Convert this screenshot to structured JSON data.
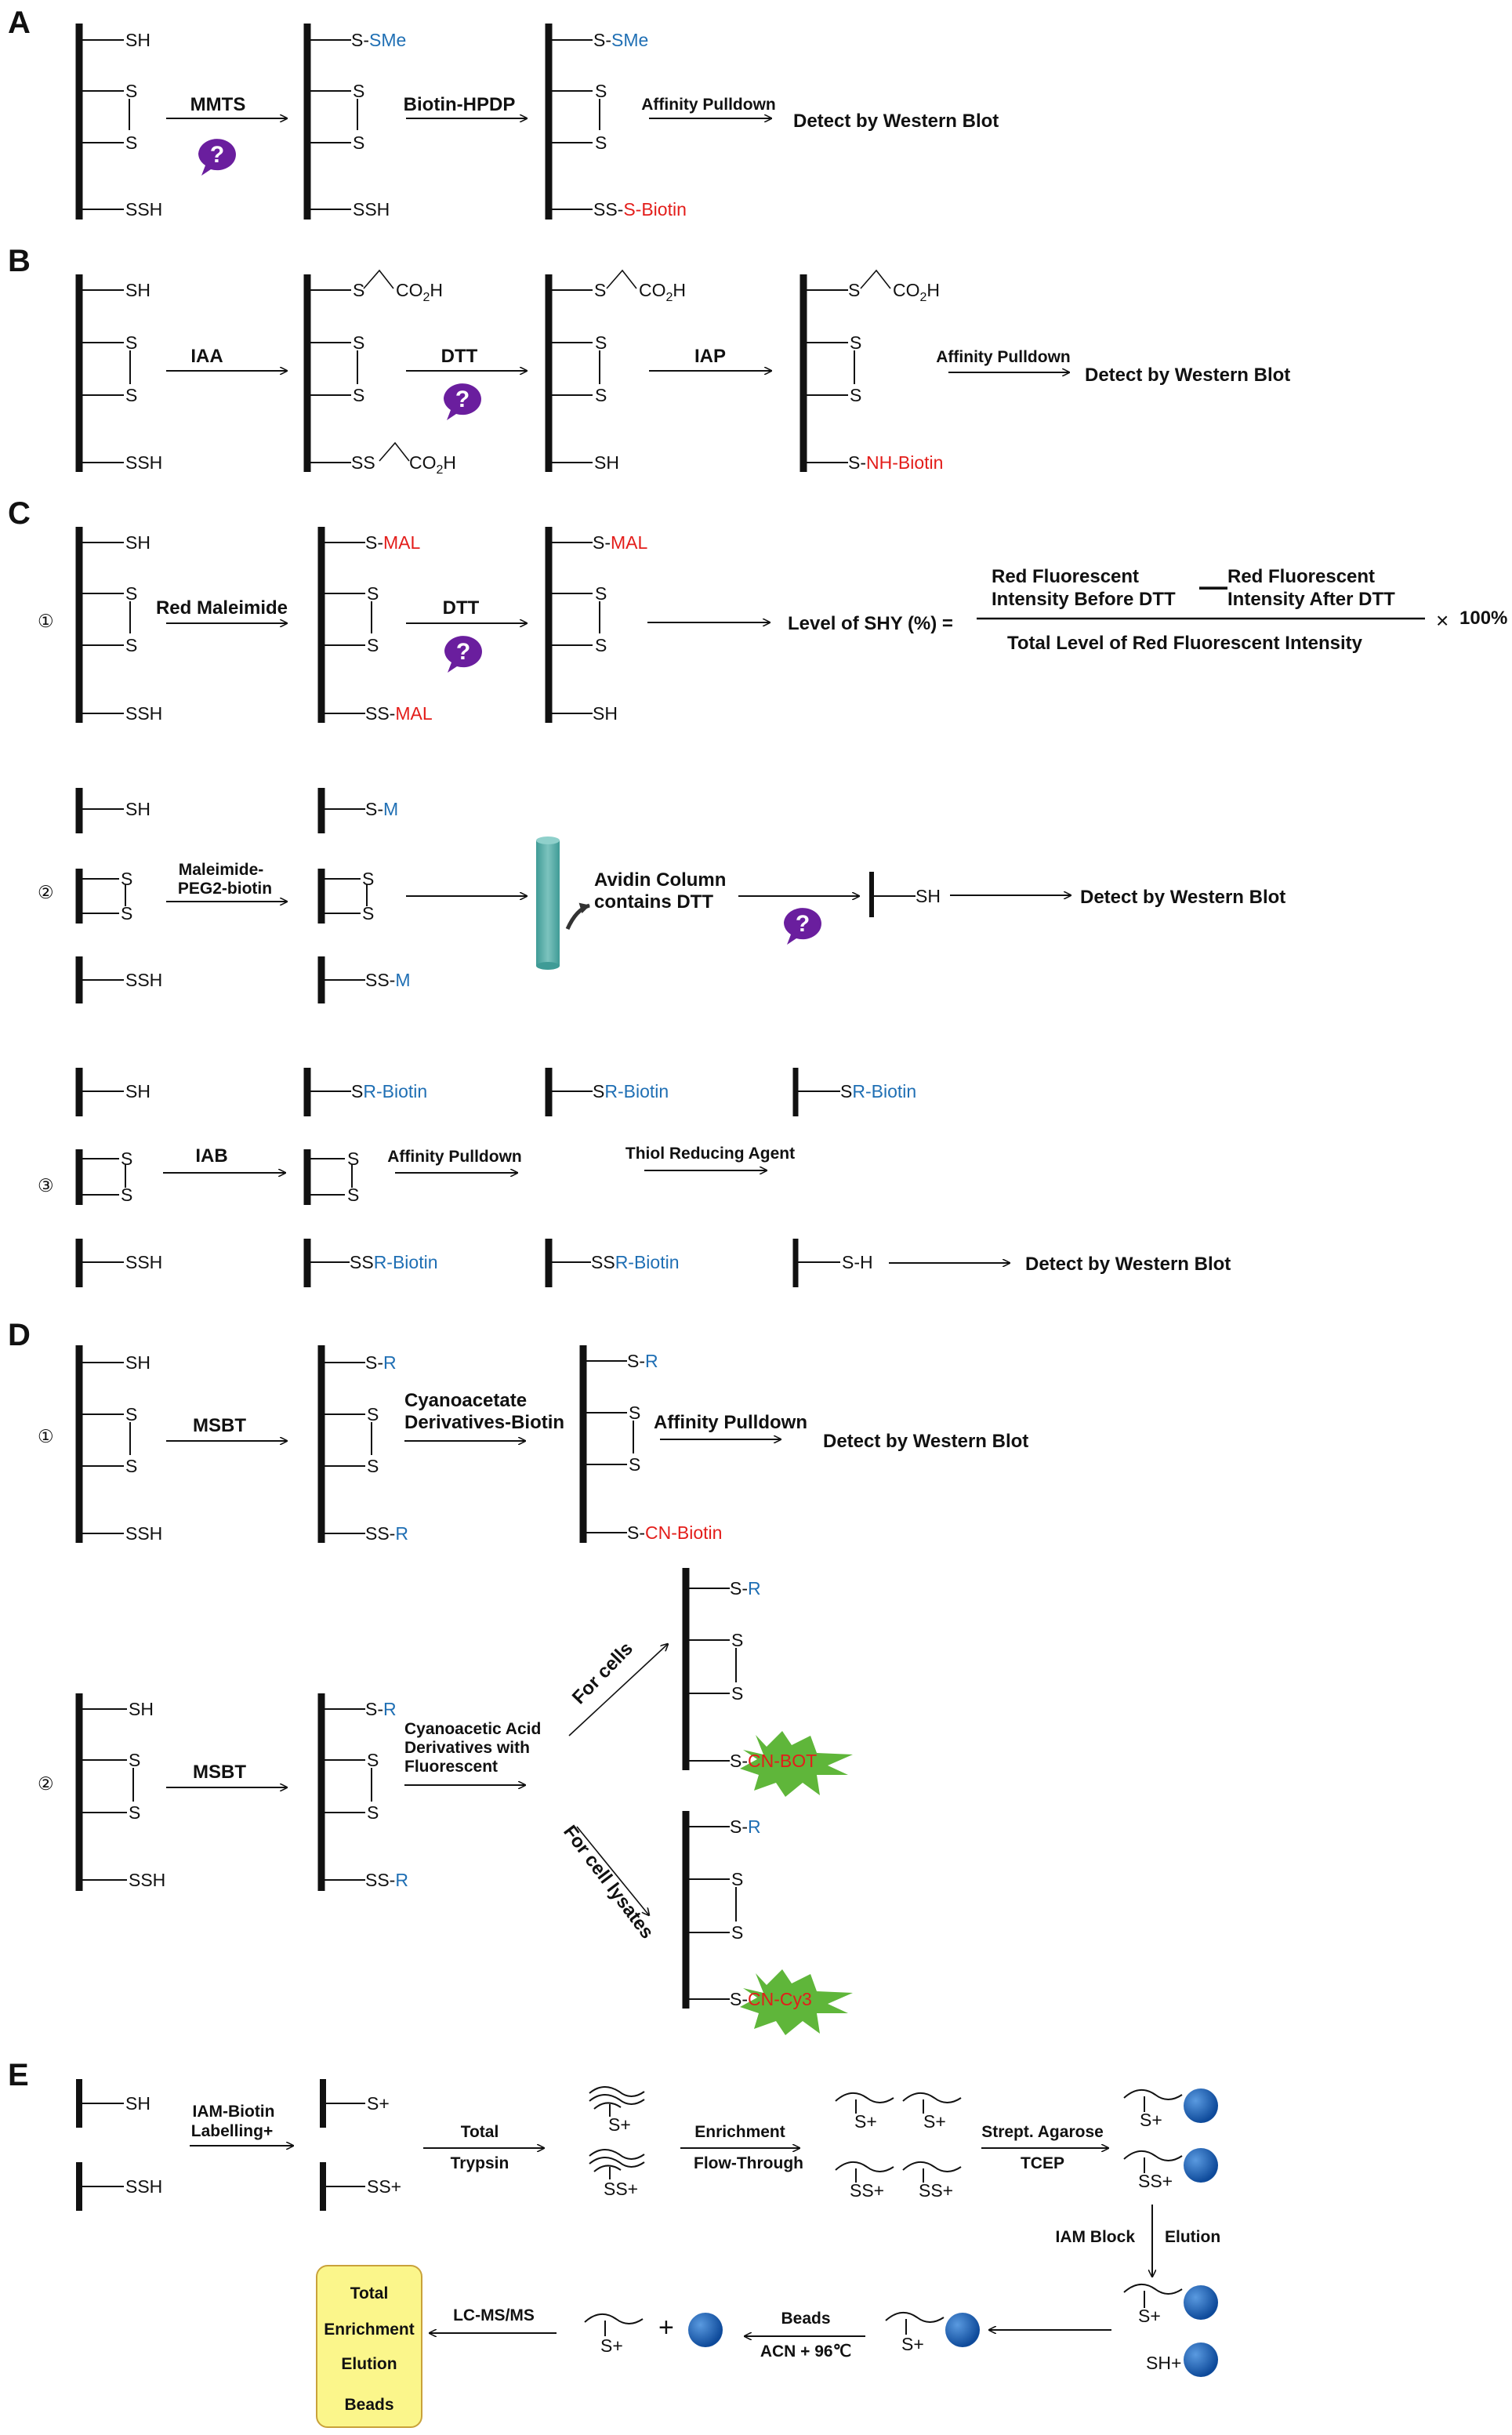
{
  "sections": {
    "A": {
      "letter": "A",
      "groups": [
        "SH",
        "S",
        "S",
        "SSH"
      ],
      "mmts": "MMTS",
      "biotin_hpdp": "Biotin-HPDP",
      "s_pre": "S-",
      "sme": "SMe",
      "ss_pre": "SS-",
      "s_biotin": "S-Biotin",
      "pulldown": "Affinity Pulldown",
      "detect": "Detect by Western Blot"
    },
    "B": {
      "letter": "B",
      "groups": [
        "SH",
        "S",
        "S",
        "SSH"
      ],
      "co2h": "CO2H",
      "co2h_sub_main": "CO",
      "co2h_sub_2": "2",
      "co2h_sub_h": "H",
      "iaa": "IAA",
      "dtt": "DTT",
      "iap": "IAP",
      "nh_biotin": "NH-Biotin",
      "pulldown": "Affinity Pulldown",
      "detect": "Detect by Western Blot"
    },
    "C": {
      "letter": "C",
      "c1": {
        "num": "①",
        "groups": [
          "SH",
          "S",
          "S",
          "SSH"
        ],
        "mal": "MAL",
        "red_maleimide": "Red Maleimide",
        "dtt": "DTT",
        "level": "Level of  SHY (%) =",
        "num_a1": "Red Fluorescent",
        "num_a2": "Intensity Before DTT",
        "minus": "—",
        "num_b1": "Red Fluorescent",
        "num_b2": "Intensity After DTT",
        "denominator": "Total Level of  Red Fluorescent Intensity",
        "times": "×",
        "percent": "100%"
      },
      "c2": {
        "num": "②",
        "groups": [
          "SH",
          "S",
          "S",
          "SSH"
        ],
        "m": "M",
        "reagent_1": "Maleimide-",
        "reagent_2": "PEG2-biotin",
        "avidin_1": "Avidin Column",
        "avidin_2": "contains DTT",
        "detect": "Detect by Western Blot"
      },
      "c3": {
        "num": "③",
        "groups": [
          "SH",
          "S",
          "S",
          "SSH"
        ],
        "r_biotin": "R-Biotin",
        "iab": "IAB",
        "pulldown": "Affinity  Pulldown",
        "thiol": "Thiol Reducing Agent",
        "s_h": "S-H",
        "detect": "Detect by Western Blot"
      }
    },
    "D": {
      "letter": "D",
      "d1": {
        "num": "①",
        "groups": [
          "SH",
          "S",
          "S",
          "SSH"
        ],
        "r": "R",
        "msbt": "MSBT",
        "reagent_1": "Cyanoacetate",
        "reagent_2": "Derivatives-Biotin",
        "cn_biotin": "CN-Biotin",
        "pulldown": "Affinity Pulldown",
        "detect": "Detect by Western Blot"
      },
      "d2": {
        "num": "②",
        "groups": [
          "SH",
          "S",
          "S",
          "SSH"
        ],
        "msbt": "MSBT",
        "reagent_1": "Cyanoacetic Acid",
        "reagent_2": "Derivatives  with",
        "reagent_3": "Fluorescent",
        "for_cells": "For cells",
        "for_lysates": "For cell lysates",
        "cn_bot": "CN-BOT",
        "cn_cy3": "CN-Cy3"
      }
    },
    "E": {
      "letter": "E",
      "sh": "SH",
      "ssh": "SSH",
      "s_plus": "S+",
      "ss_plus": "SS+",
      "sh_plus": "SH+",
      "iam_biotin_1": "IAM-Biotin",
      "iam_biotin_2": "Labelling+",
      "total": "Total",
      "trypsin": "Trypsin",
      "enrichment": "Enrichment",
      "flow_through": "Flow-Through",
      "strept": "Strept. Agarose",
      "tcep": "TCEP",
      "iam_block": "IAM Block",
      "elution": "Elution",
      "beads": "Beads",
      "acn": "ACN + 96℃",
      "plus": "+",
      "lcms": "LC-MS/MS",
      "box_items": [
        "Total",
        "Enrichment",
        "Elution",
        "Beads"
      ]
    }
  },
  "colors": {
    "blue": "#1f6fb4",
    "red": "#e31d1a",
    "purple": "#6a1e9e",
    "teal": "#4aa8a3",
    "bead": "#1457a8",
    "star": "#5fb63a",
    "box_fill": "#fbf68b",
    "box_stroke": "#c9a23a"
  }
}
